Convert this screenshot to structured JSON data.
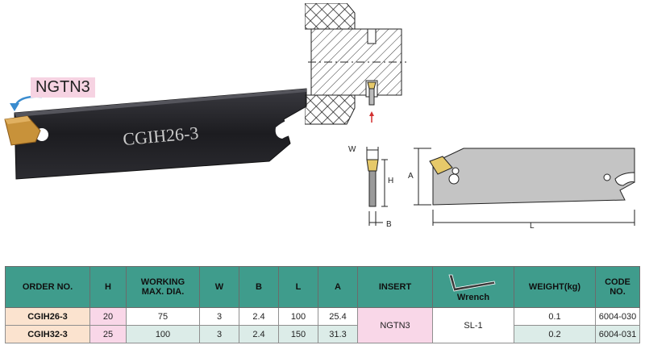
{
  "product": {
    "blade_marking": "CGIH26-3",
    "insert_callout": "NGTN3"
  },
  "drawing": {
    "dims": {
      "w": "W",
      "h": "H",
      "b": "B",
      "a": "A",
      "l": "L"
    }
  },
  "table": {
    "headers": {
      "order_no": "ORDER NO.",
      "h": "H",
      "working_line1": "WORKING",
      "working_line2": "MAX. DIA.",
      "w": "W",
      "b": "B",
      "l": "L",
      "a": "A",
      "insert": "INSERT",
      "wrench": "Wrench",
      "weight": "WEIGHT(kg)",
      "code_no": "CODE NO."
    },
    "rows": [
      {
        "order_no": "CGIH26-3",
        "h": "20",
        "working_max_dia": "75",
        "w": "3",
        "b": "2.4",
        "l": "100",
        "a": "25.4",
        "weight": "0.1",
        "code_no": "6004-030"
      },
      {
        "order_no": "CGIH32-3",
        "h": "25",
        "working_max_dia": "100",
        "w": "3",
        "b": "2.4",
        "l": "150",
        "a": "31.3",
        "weight": "0.2",
        "code_no": "6004-031"
      }
    ],
    "insert": "NGTN3",
    "wrench": "SL-1"
  },
  "colors": {
    "header_bg": "#3f9c8c",
    "order_bg": "#fbe3cf",
    "pink_bg": "#f9d7e8",
    "green_bg": "#dcece8",
    "blade": "#1e1e22",
    "insert": "#c8923a"
  }
}
